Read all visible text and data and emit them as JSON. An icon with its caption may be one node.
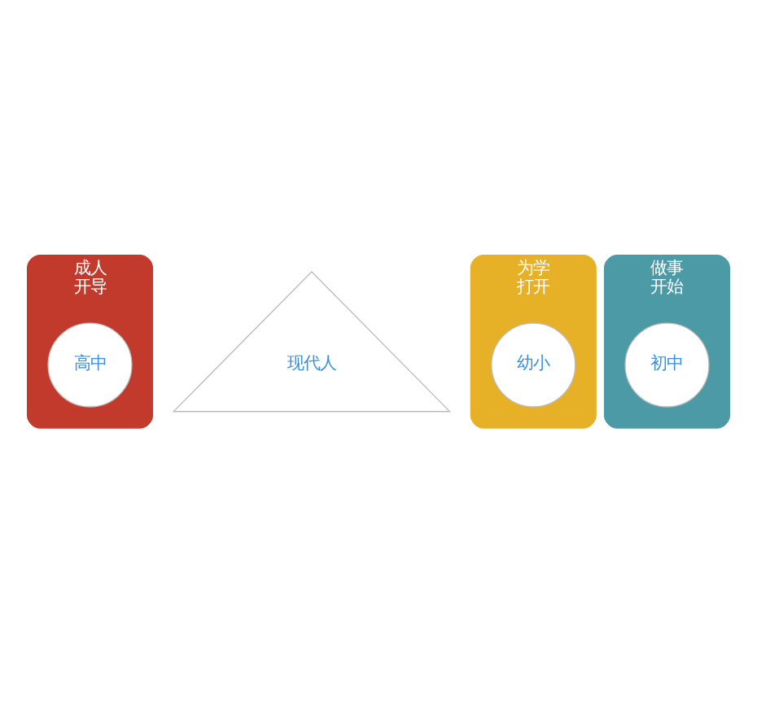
{
  "diagram": {
    "nodes": [
      {
        "text": [
          "成人",
          "开导"
        ]
      },
      {
        "text": [
          "高中"
        ],
        "in": 0
      },
      {
        "text": [
          "现代人"
        ]
      },
      {
        "text": [
          "为学",
          "打开"
        ]
      },
      {
        "text": [
          "幼小"
        ],
        "in": 3
      },
      {
        "text": [
          "做事",
          "开始"
        ]
      },
      {
        "text": [
          "初中"
        ],
        "in": 5
      }
    ]
  }
}
